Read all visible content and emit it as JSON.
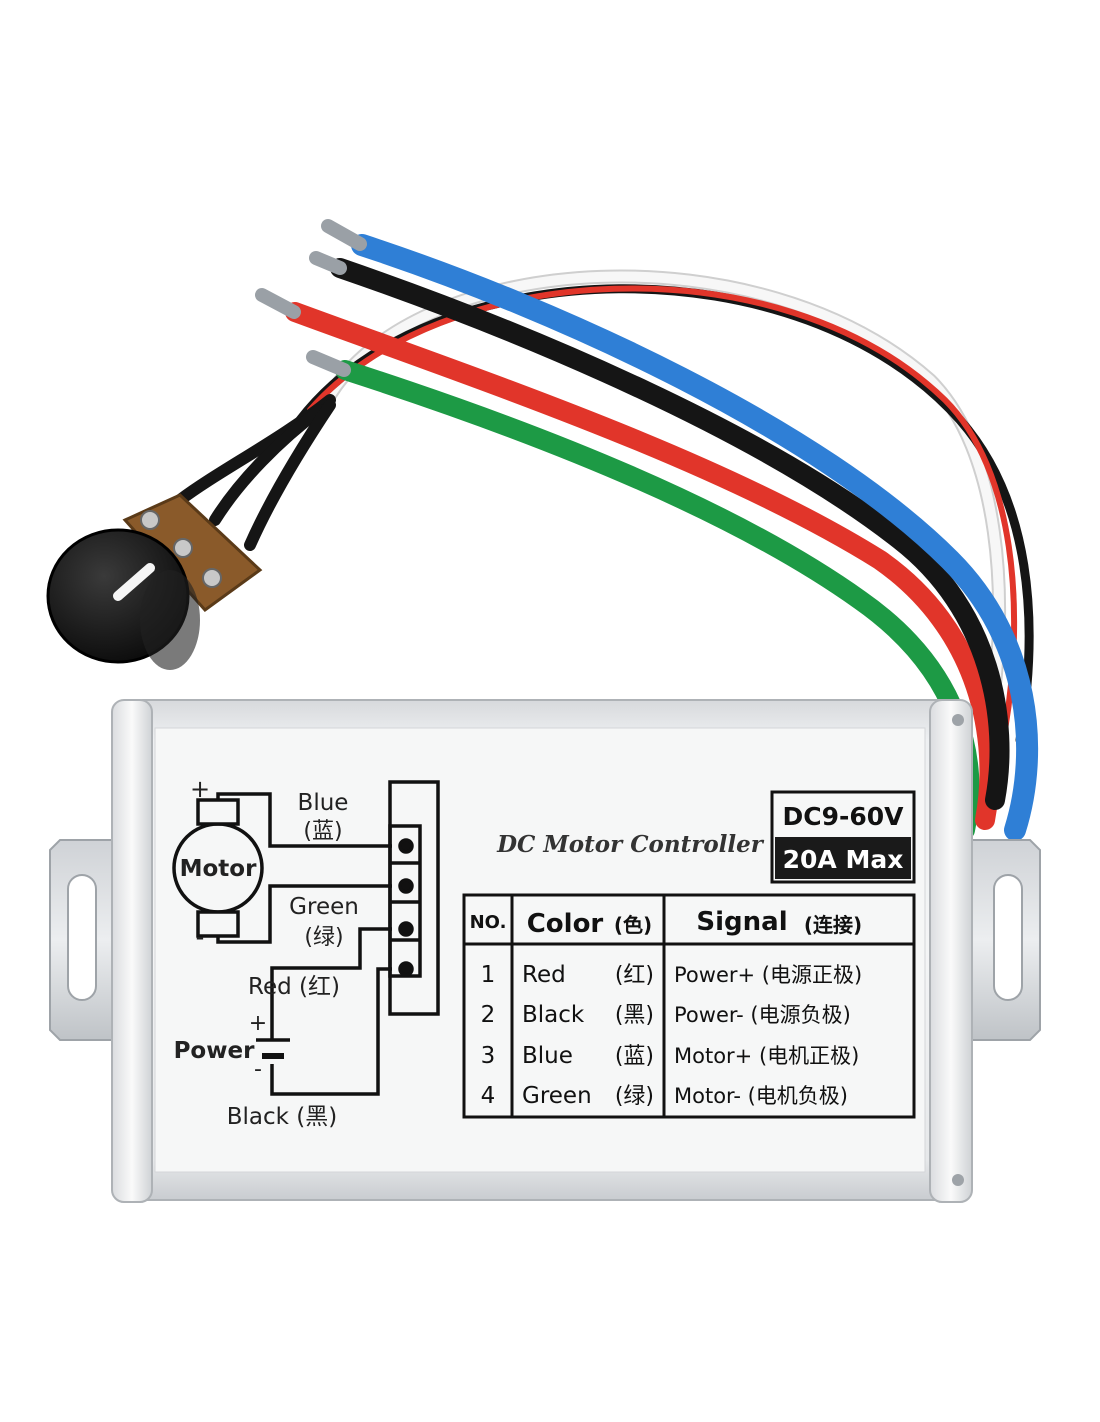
{
  "product": {
    "title": "DC Motor Controller",
    "voltage_badge": "DC9-60V",
    "current_badge": "20A Max"
  },
  "diagram": {
    "motor_label": "Motor",
    "plus": "+",
    "minus": "-",
    "blue": "Blue",
    "blue_cn": "(蓝)",
    "green": "Green",
    "green_cn": "(绿)",
    "red": "Red (红)",
    "power": "Power",
    "power_plus": "+",
    "power_minus": "-",
    "black": "Black (黑)"
  },
  "table": {
    "headers": {
      "no": "NO.",
      "color": "Color",
      "color_cn": "(色)",
      "signal": "Signal",
      "signal_cn": "(连接)"
    },
    "rows": [
      {
        "no": "1",
        "color": "Red",
        "color_cn": "(红)",
        "signal": "Power+ (电源正极)"
      },
      {
        "no": "2",
        "color": "Black",
        "color_cn": "(黑)",
        "signal": "Power- (电源负极)"
      },
      {
        "no": "3",
        "color": "Blue",
        "color_cn": "(蓝)",
        "signal": "Motor+ (电机正极)"
      },
      {
        "no": "4",
        "color": "Green",
        "color_cn": "(绿)",
        "signal": "Motor- (电机负极)"
      }
    ]
  },
  "wire_colors": {
    "blue": "#2f7fd6",
    "black": "#151515",
    "red": "#e1352a",
    "green": "#1d9a45",
    "white": "#f4f4f4"
  }
}
